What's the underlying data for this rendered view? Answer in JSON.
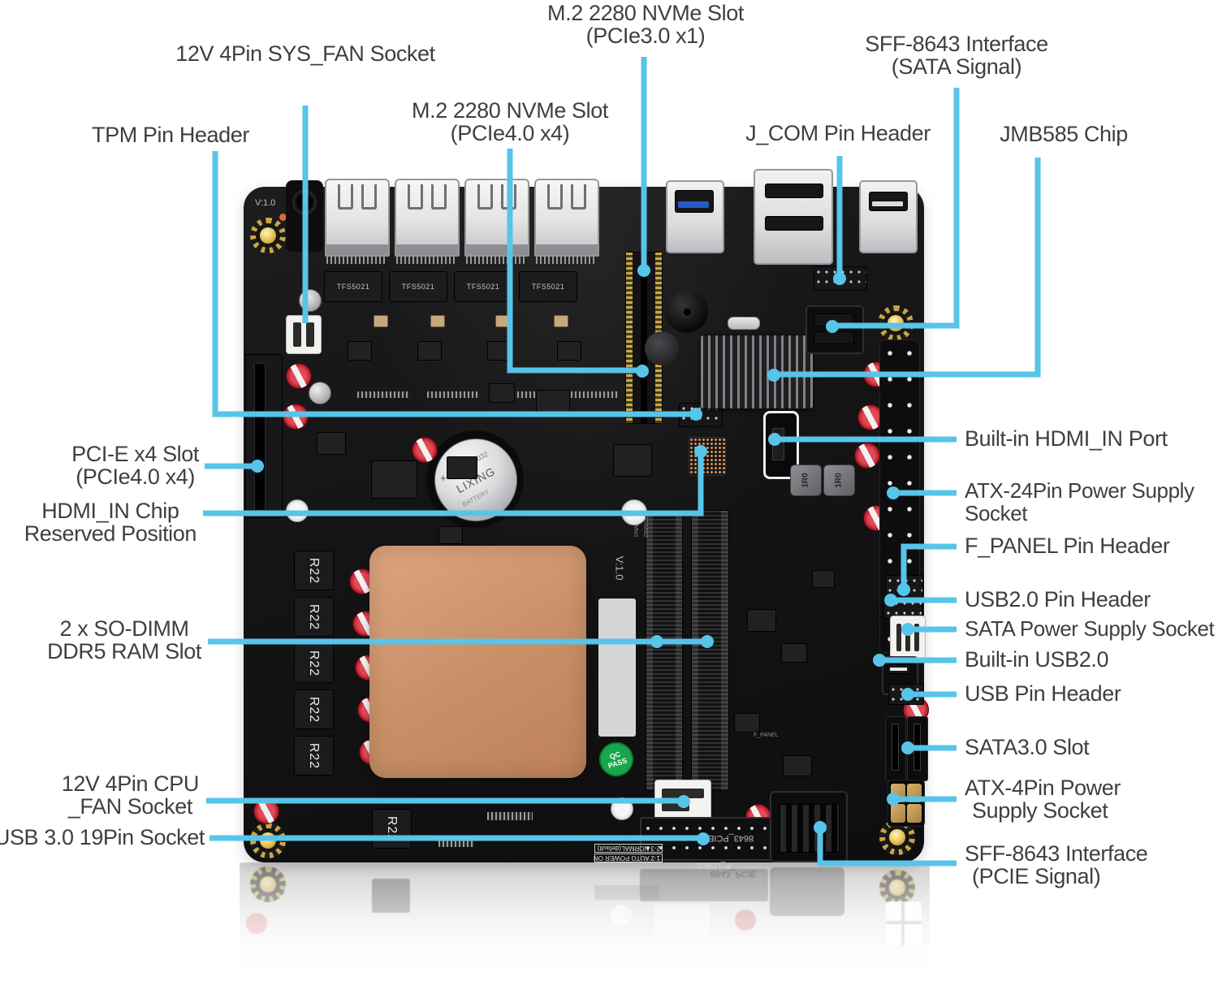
{
  "colors": {
    "accent_leader": "#57c4ea",
    "label_text": "#3f3f3f",
    "board": "#141415",
    "copper_heatsink": "#c88f66",
    "gold_hole": "#d7b254",
    "qc_green": "#18a64b"
  },
  "callouts": {
    "sysfan": {
      "lines": [
        "12V 4Pin SYS_FAN Socket"
      ]
    },
    "m2_pcie3": {
      "lines": [
        "M.2 2280 NVMe Slot",
        "(PCIe3.0 x1)"
      ]
    },
    "sff_sata": {
      "lines": [
        "SFF-8643 Interface",
        "(SATA Signal)"
      ]
    },
    "tpm": {
      "lines": [
        "TPM Pin Header"
      ]
    },
    "m2_pcie4": {
      "lines": [
        "M.2 2280 NVMe Slot",
        "(PCIe4.0 x4)"
      ]
    },
    "jcom": {
      "lines": [
        "J_COM Pin Header"
      ]
    },
    "jmb585": {
      "lines": [
        "JMB585 Chip"
      ]
    },
    "pcie_x4": {
      "lines": [
        "PCI-E x4 Slot",
        "(PCIe4.0 x4)"
      ]
    },
    "hdmi_chip": {
      "lines": [
        "HDMI_IN Chip",
        "Reserved Position"
      ]
    },
    "sodimm": {
      "lines": [
        "2 x SO-DIMM",
        "DDR5 RAM Slot"
      ]
    },
    "cpufan": {
      "lines": [
        "12V 4Pin CPU",
        "_FAN Socket"
      ]
    },
    "usb19": {
      "lines": [
        "USB 3.0 19Pin Socket"
      ]
    },
    "hdmi_port": {
      "lines": [
        "Built-in HDMI_IN Port"
      ]
    },
    "atx24": {
      "lines": [
        "ATX-24Pin Power Supply",
        "Socket"
      ]
    },
    "fpanel": {
      "lines": [
        "F_PANEL Pin Header"
      ]
    },
    "usb2hdr": {
      "lines": [
        "USB2.0 Pin Header"
      ]
    },
    "satapwr": {
      "lines": [
        "SATA Power Supply Socket"
      ]
    },
    "usb2builtin": {
      "lines": [
        "Built-in USB2.0"
      ]
    },
    "usbhdr": {
      "lines": [
        "USB Pin Header"
      ]
    },
    "sata3": {
      "lines": [
        "SATA3.0 Slot"
      ]
    },
    "atx4": {
      "lines": [
        "ATX-4Pin Power",
        "Supply Socket"
      ]
    },
    "sff_pcie": {
      "lines": [
        "SFF-8643 Interface",
        "(PCIE Signal)"
      ]
    }
  },
  "board": {
    "version_label": "V:1.0",
    "qc_line1": "QC",
    "qc_line2": "PASS",
    "inductor_label": "R22",
    "nic_chip_label": "TFS5021",
    "inductor_1r0": "1R0",
    "battery_brand": "LIXING",
    "battery_model": "CR2032",
    "battery_word": "BATTERY",
    "battery_plus": "+",
    "silk_8643_pcie": "8643_PCIE",
    "silk_f_usb30": "F_USB30",
    "silk_f_panel": "F_PANEL",
    "silk_sodimm1": "SODIMM1",
    "silk_sodimm2": "SODIMM2",
    "silk_jumper_line1": "1-2 AUTO POWER ON",
    "silk_jumper_line2": "2-3 NORMAL(default)"
  }
}
